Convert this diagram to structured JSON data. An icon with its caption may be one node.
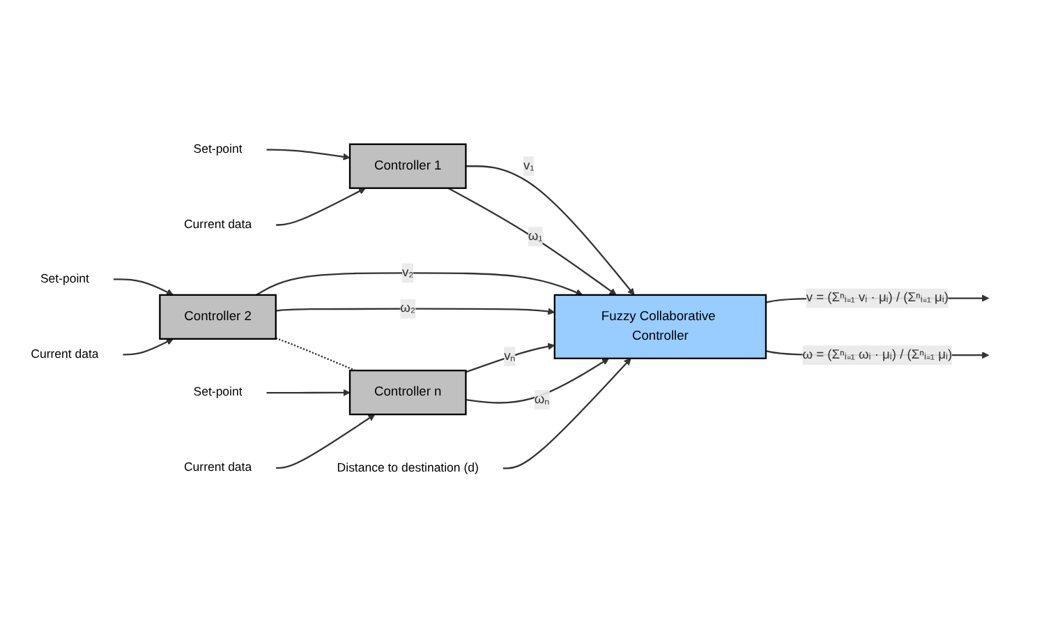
{
  "diagram": {
    "nodes": [
      {
        "text": [
          "Set-point"
        ]
      },
      {
        "text": [
          "Current data"
        ]
      },
      {
        "text": [
          "Controller 1"
        ]
      },
      {
        "text": [
          "Set-point"
        ]
      },
      {
        "text": [
          "Current data"
        ]
      },
      {
        "text": [
          "Controller 2"
        ]
      },
      {
        "text": [
          "Set-point"
        ]
      },
      {
        "text": [
          "Current data"
        ]
      },
      {
        "text": [
          "Controller n"
        ]
      },
      {
        "text": [
          "Distance to destination (d)"
        ]
      },
      {
        "text": [
          "Fuzzy Collaborative Controller"
        ]
      }
    ],
    "edges": [
      {
        "from": 0,
        "to": 2,
        "arrow": "to"
      },
      {
        "from": 1,
        "to": 2,
        "arrow": "to"
      },
      {
        "from": 2,
        "to": 10,
        "arrow": "to",
        "label": "v₁"
      },
      {
        "from": 2,
        "to": 10,
        "arrow": "to",
        "label": "ω₁"
      },
      {
        "from": 3,
        "to": 5,
        "arrow": "to"
      },
      {
        "from": 4,
        "to": 5,
        "arrow": "to"
      },
      {
        "from": 5,
        "to": 10,
        "arrow": "to",
        "label": "v₂"
      },
      {
        "from": 5,
        "to": 10,
        "arrow": "to",
        "label": "ω₂"
      },
      {
        "from": 5,
        "to": 8,
        "arrow": "none",
        "style": "dashed"
      },
      {
        "from": 6,
        "to": 8,
        "arrow": "to"
      },
      {
        "from": 7,
        "to": 8,
        "arrow": "to"
      },
      {
        "from": 8,
        "to": 10,
        "arrow": "to",
        "label": "vₙ"
      },
      {
        "from": 8,
        "to": 10,
        "arrow": "to",
        "label": "ωₙ"
      },
      {
        "from": 9,
        "to": 10,
        "arrow": "to"
      },
      {
        "from": 10,
        "to": null,
        "arrow": "to",
        "label": "v = (Σⁿᵢ₌₁ vᵢ · μᵢ) / (Σⁿᵢ₌₁ μᵢ)"
      },
      {
        "from": 10,
        "to": null,
        "arrow": "to",
        "label": "ω = (Σⁿᵢ₌₁ ωᵢ · μᵢ) / (Σⁿᵢ₌₁ μᵢ)"
      }
    ]
  }
}
